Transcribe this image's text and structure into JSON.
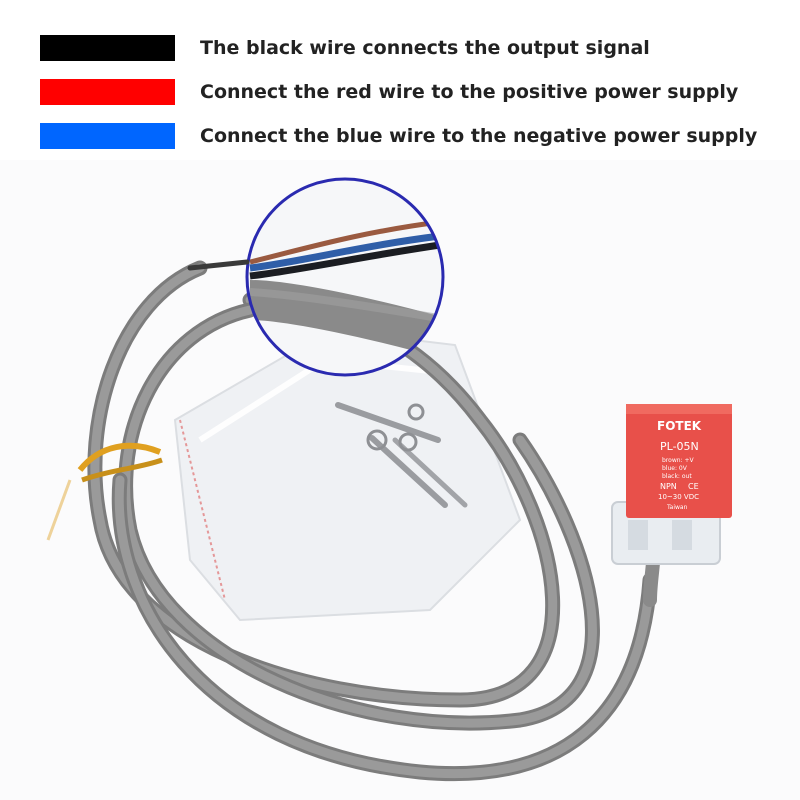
{
  "legend": {
    "items": [
      {
        "color": "#000000",
        "text": "The black wire connects the output signal"
      },
      {
        "color": "#ff0000",
        "text": "Connect the red wire to the positive power supply"
      },
      {
        "color": "#0066ff",
        "text": "Connect the blue wire to the negative power supply"
      }
    ]
  },
  "sensor": {
    "brand": "FOTEK",
    "model": "PL-05N",
    "line1": "brown: +V",
    "line2": "blue: 0V",
    "line3": "black: out",
    "type": "NPN",
    "mark": "CE",
    "voltage": "10~30 VDC",
    "maker": "Taiwan",
    "body_color": "#e8504a"
  },
  "colors": {
    "cable": "#8a8a8a",
    "zoom_ring": "#2a2ab0"
  }
}
